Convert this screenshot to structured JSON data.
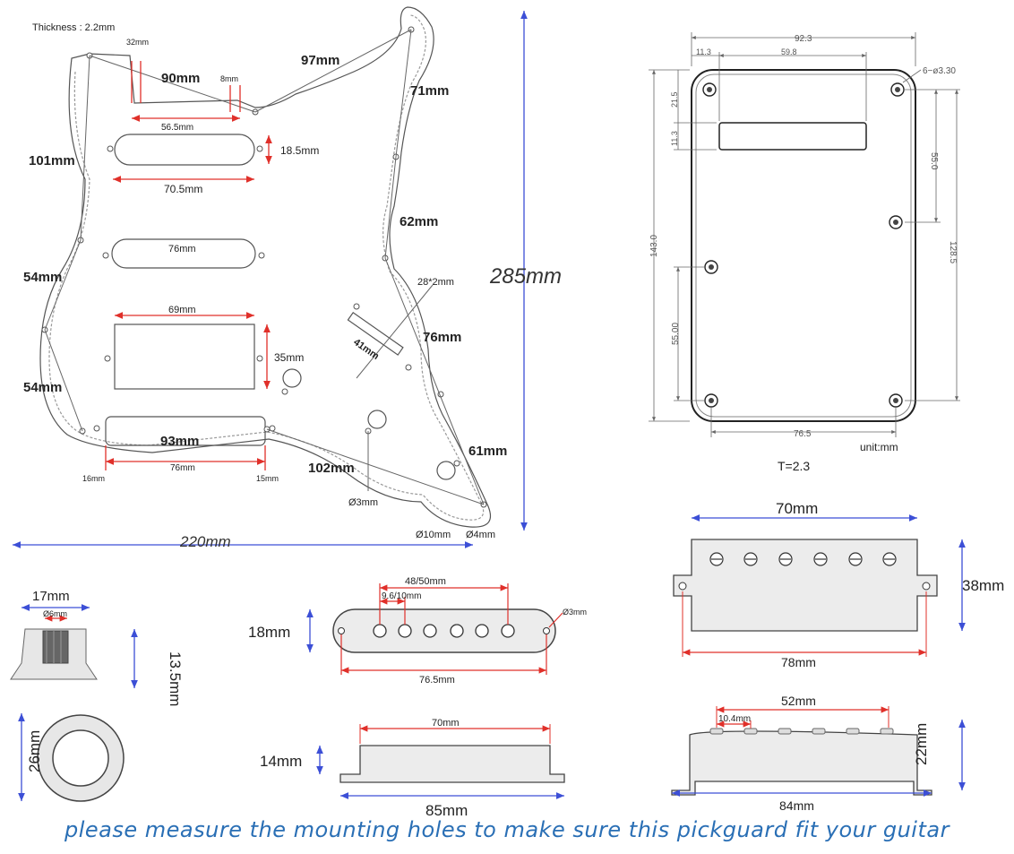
{
  "pickguard": {
    "thickness": "Thickness : 2.2mm",
    "d32": "32mm",
    "d90": "90mm",
    "d8": "8mm",
    "d97": "97mm",
    "d71": "71mm",
    "d565": "56.5mm",
    "d101": "101mm",
    "d185": "18.5mm",
    "d705": "70.5mm",
    "d62": "62mm",
    "d76a": "76mm",
    "d285": "285mm",
    "d54a": "54mm",
    "d282": "28*2mm",
    "d69": "69mm",
    "d76b": "76mm",
    "d35": "35mm",
    "d41": "41mm",
    "d54b": "54mm",
    "d93": "93mm",
    "d61": "61mm",
    "d102": "102mm",
    "d16": "16mm",
    "d76c": "76mm",
    "d15": "15mm",
    "dphi3": "Ø3mm",
    "dphi10": "Ø10mm",
    "dphi4": "Ø4mm",
    "d220": "220mm"
  },
  "backplate": {
    "w923": "92.3",
    "w113": "11.3",
    "w598": "59.8",
    "holes": "6−ø3.30",
    "h215": "21.5",
    "h113": "11.3",
    "h550": "55.0",
    "h1430": "143.0",
    "h1285": "128.5",
    "h5500": "55.00",
    "w765": "76.5",
    "unit": "unit:mm",
    "thick": "T=2.3"
  },
  "knob": {
    "w17": "17mm",
    "phi6": "Ø6mm",
    "h135": "13.5mm",
    "d26": "26mm"
  },
  "single_coil": {
    "w4850": "48/50mm",
    "w9610": "9.6/10mm",
    "phi3": "Ø3mm",
    "h18": "18mm",
    "w765": "76.5mm",
    "w70": "70mm",
    "h14": "14mm",
    "w85": "85mm"
  },
  "humbucker": {
    "w70": "70mm",
    "h38": "38mm",
    "w78": "78mm",
    "w52": "52mm",
    "w104": "10.4mm",
    "h22": "22mm",
    "w84": "84mm"
  },
  "footer": "please measure the mounting holes to make sure this pickguard fit your guitar",
  "colors": {
    "dimension_red": "#e0302a",
    "dimension_blue": "#3c4fd6",
    "outline": "#555555",
    "footer": "#2a6fb5"
  }
}
